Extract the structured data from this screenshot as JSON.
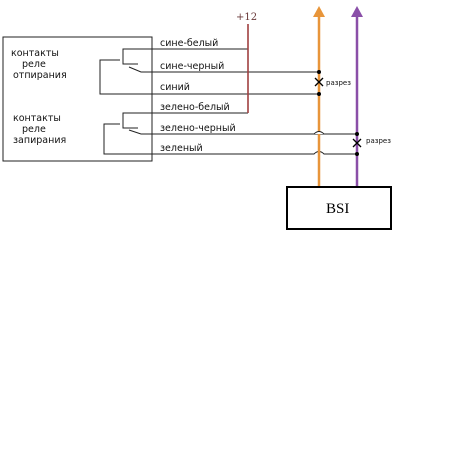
{
  "power_label": "+12",
  "relay_blocks": [
    {
      "lines": [
        "контакты",
        "реле",
        "отпирания"
      ]
    },
    {
      "lines": [
        "контакты",
        "реле",
        "запирания"
      ]
    }
  ],
  "wires": [
    {
      "label": "сине-белый"
    },
    {
      "label": "сине-черный"
    },
    {
      "label": "синий"
    },
    {
      "label": "зелено-белый"
    },
    {
      "label": "зелено-черный"
    },
    {
      "label": "зеленый"
    }
  ],
  "cut_label": "разрез",
  "module_label": "BSI",
  "colors": {
    "power_wire": "#a04040",
    "orange_wire": "#e8953a",
    "purple_wire": "#8a4fa8",
    "line": "#222222"
  }
}
